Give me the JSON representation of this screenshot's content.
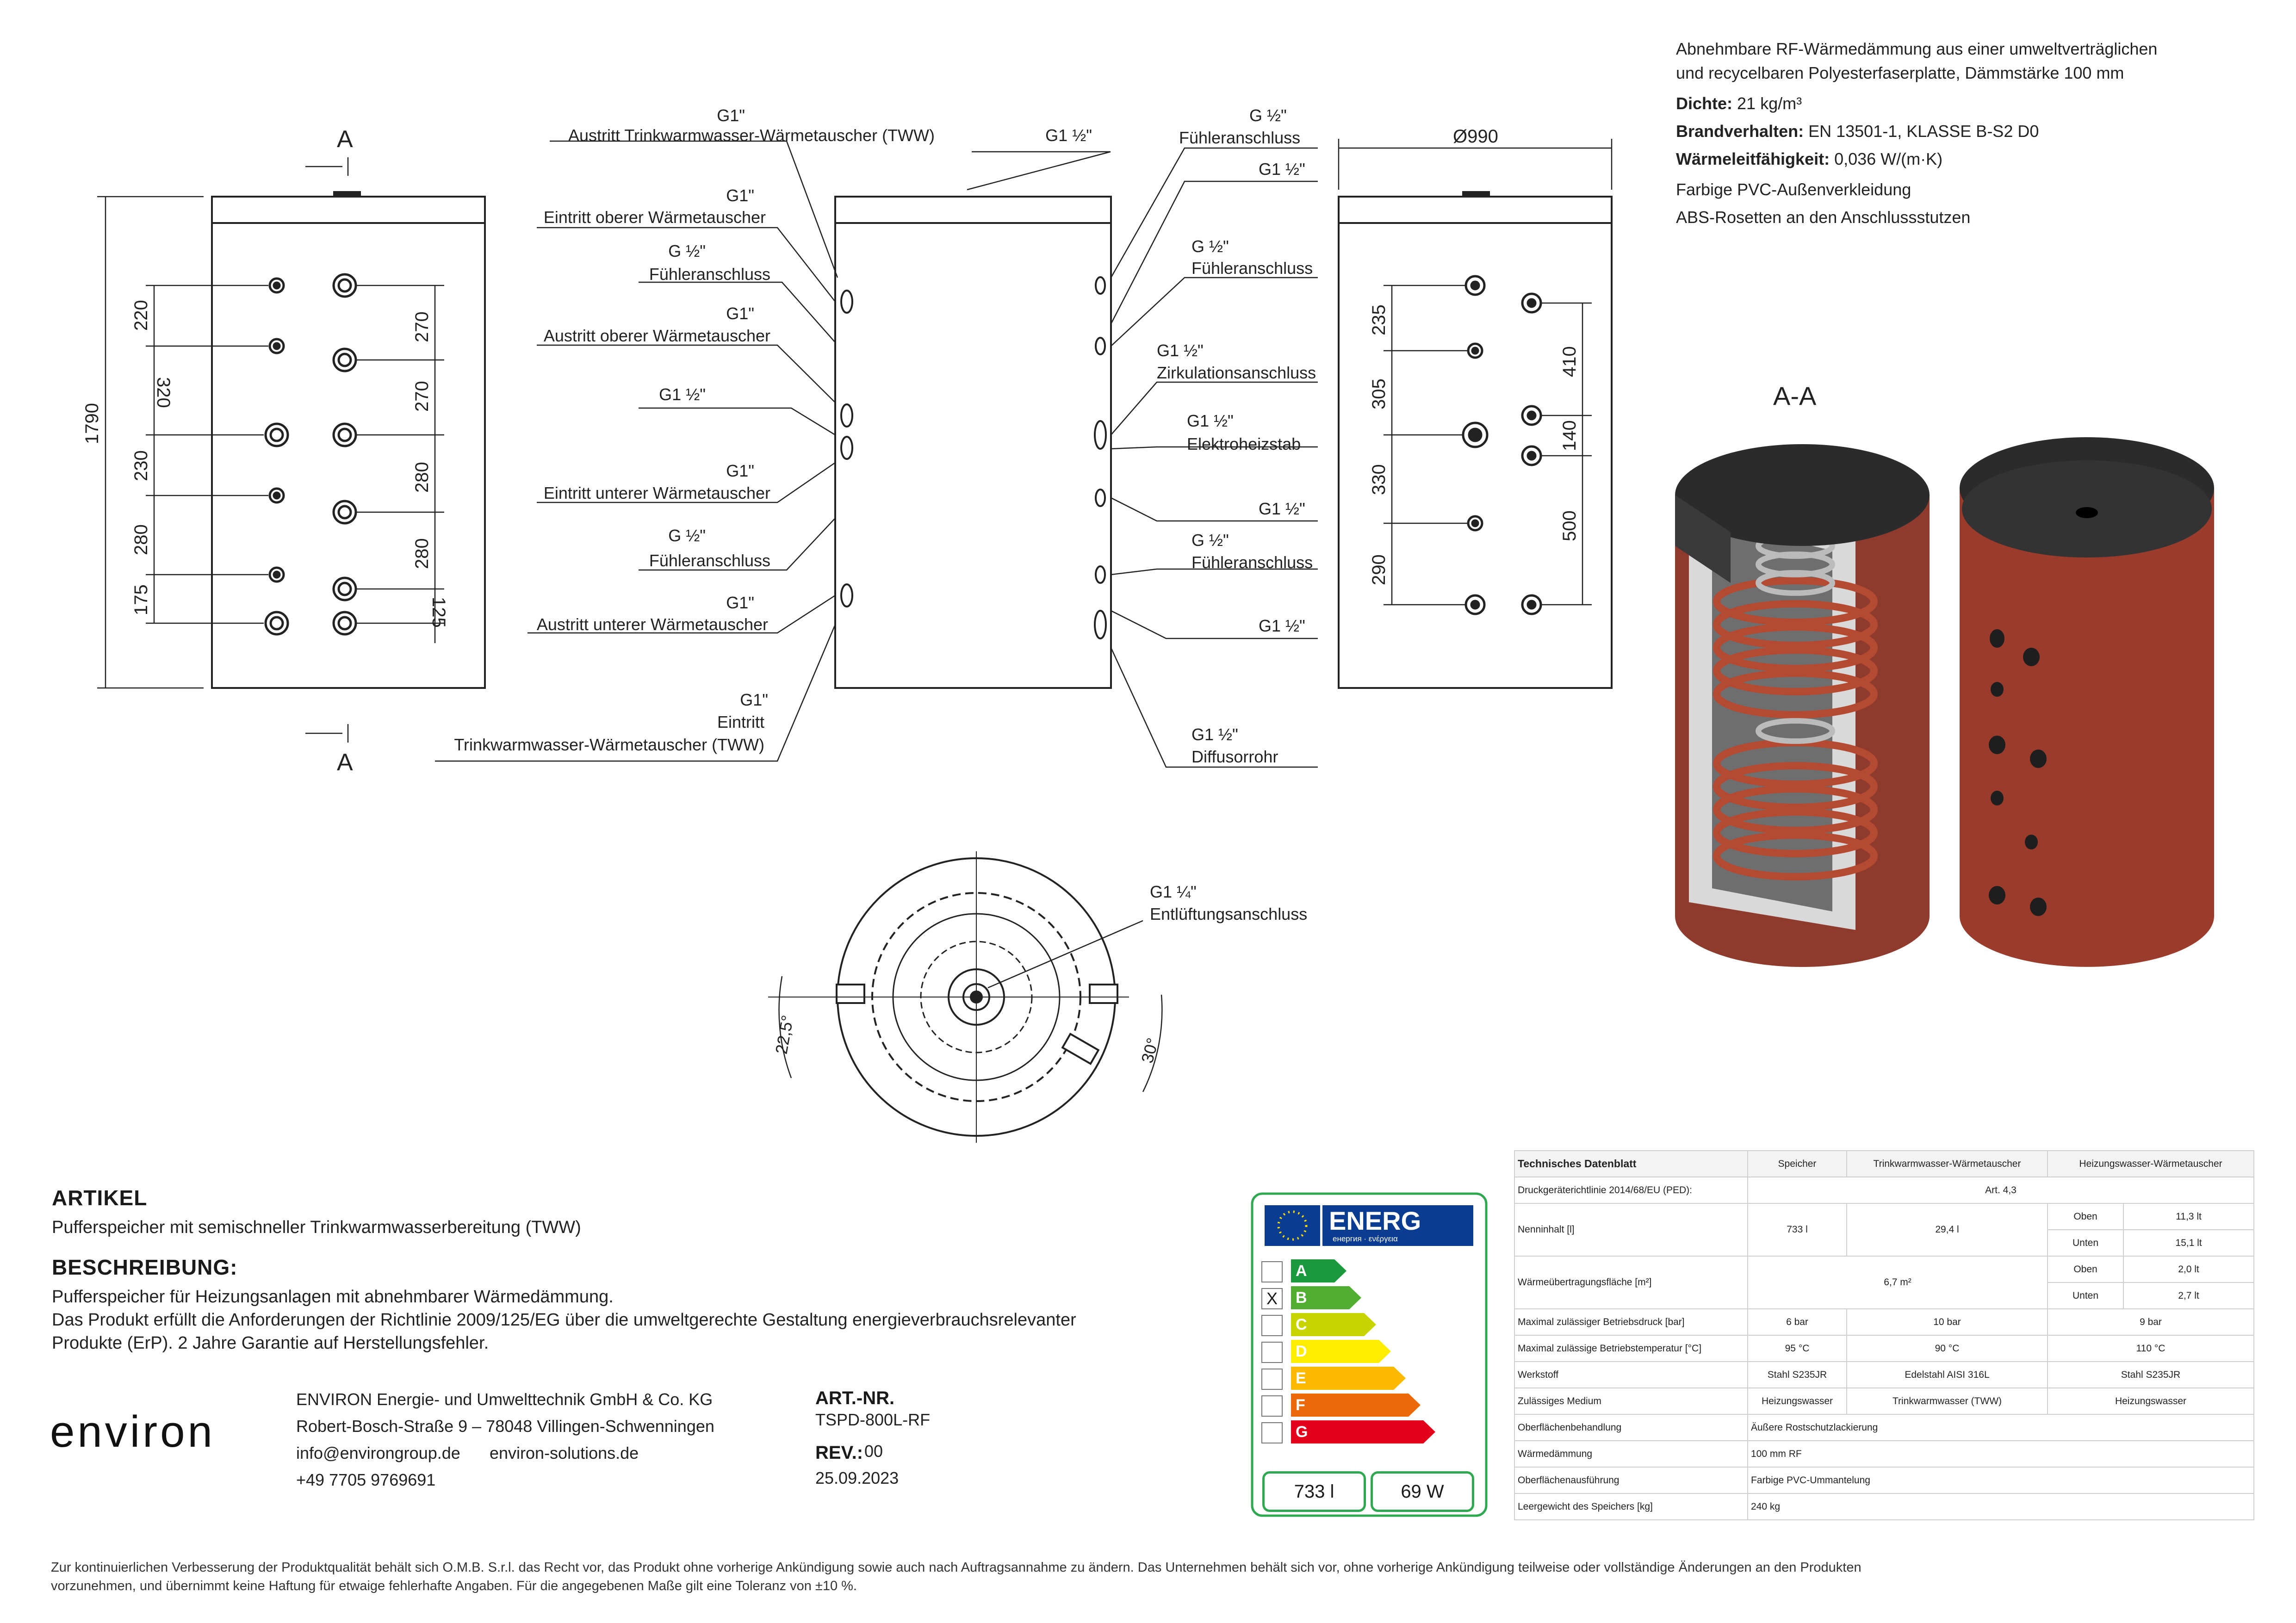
{
  "notes": {
    "line1": "Abnehmbare RF-Wärmedämmung aus einer umweltverträglichen",
    "line2": "und recycelbaren Polyesterfaserplatte, Dämmstärke 100 mm",
    "dichte_label": "Dichte:",
    "dichte_value": "21 kg/m³",
    "brand_label": "Brandverhalten:",
    "brand_value": "EN 13501-1, KLASSE B-S2 D0",
    "waerme_label": "Wärmeleitfähigkeit:",
    "waerme_value": "0,036 W/(m·K)",
    "line6": "Farbige PVC-Außenverkleidung",
    "line7": "ABS-Rosetten an den Anschlussstutzen"
  },
  "drawing": {
    "section_a": "A",
    "section_aa": "A-A",
    "dims_left": {
      "d220": "220",
      "d320": "320",
      "d230": "230",
      "d280": "280",
      "d175": "175",
      "d270a": "270",
      "d270b": "270",
      "d280a": "280",
      "d280b": "280",
      "d125": "125",
      "height": "1790"
    },
    "dims_right": {
      "diameter": "Ø990",
      "d235": "235",
      "d305": "305",
      "d330": "330",
      "d290": "290",
      "d410": "410",
      "d140": "140",
      "d500": "500"
    },
    "angles": {
      "a1": "22,5°",
      "a2": "30°"
    },
    "labels_left": [
      {
        "size": "G1\"",
        "name": "Austritt Trinkwarmwasser-Wärmetauscher (TWW)"
      },
      {
        "size": "G1\"",
        "name": "Eintritt oberer Wärmetauscher"
      },
      {
        "size": "G ½\"",
        "name": "Fühleranschluss"
      },
      {
        "size": "G1\"",
        "name": "Austritt oberer Wärmetauscher"
      },
      {
        "size": "G1 ½\"",
        "name": ""
      },
      {
        "size": "G1\"",
        "name": "Eintritt unterer Wärmetauscher"
      },
      {
        "size": "G ½\"",
        "name": "Fühleranschluss"
      },
      {
        "size": "G1\"",
        "name": "Austritt unterer Wärmetauscher"
      },
      {
        "size": "G1\"",
        "name": "Eintritt"
      },
      {
        "size": "",
        "name": "Trinkwarmwasser-Wärmetauscher (TWW)"
      }
    ],
    "label_top": "G1 ½\"",
    "labels_right": [
      {
        "size": "G ½\"",
        "name": "Fühleranschluss"
      },
      {
        "size": "G1 ½\"",
        "name": ""
      },
      {
        "size": "G ½\"",
        "name": "Fühleranschluss"
      },
      {
        "size": "G1 ½\"",
        "name": "Zirkulationsanschluss"
      },
      {
        "size": "G1 ½\"",
        "name": "Elektroheizstab"
      },
      {
        "size": "G1 ½\"",
        "name": ""
      },
      {
        "size": "G ½\"",
        "name": "Fühleranschluss"
      },
      {
        "size": "G1 ½\"",
        "name": ""
      },
      {
        "size": "G1 ½\"",
        "name": "Diffusorrohr"
      }
    ],
    "top_label_size": "G1 ¼\"",
    "top_label_name": "Entlüftungsanschluss"
  },
  "article": {
    "artikel_title": "ARTIKEL",
    "artikel_text": "Pufferspeicher mit semischneller Trinkwarmwasserbereitung (TWW)",
    "beschr_title": "BESCHREIBUNG:",
    "beschr_l1": "Pufferspeicher für Heizungsanlagen mit abnehmbarer Wärmedämmung.",
    "beschr_l2": "Das Produkt erfüllt die Anforderungen der Richtlinie 2009/125/EG über die umweltgerechte Gestaltung energieverbrauchsrelevanter",
    "beschr_l3": "Produkte (ErP). 2 Jahre Garantie auf Herstellungsfehler."
  },
  "company": {
    "logo": "environ",
    "name": "ENVIRON Energie- und Umwelttechnik GmbH & Co. KG",
    "address": "Robert-Bosch-Straße 9 – 78048 Villingen-Schwenningen",
    "email": "info@environgroup.de",
    "web": "environ-solutions.de",
    "phone": "+49 7705 9769691",
    "artnr_label": "ART.-NR.",
    "artnr": "TSPD-800L-RF",
    "rev_label": "REV.:",
    "rev": "00",
    "date": "25.09.2023"
  },
  "energy": {
    "title": "ENERG",
    "sub": "енергия · ενέργεια",
    "classes": [
      "A",
      "B",
      "C",
      "D",
      "E",
      "F",
      "G"
    ],
    "checked": "X",
    "volume": "733 l",
    "loss": "69 W",
    "colors": [
      "#1a9a3c",
      "#52ae32",
      "#c8d400",
      "#ffed00",
      "#fbba00",
      "#eb6909",
      "#e2001a"
    ]
  },
  "table": {
    "title": "Technisches Datenblatt",
    "cols": [
      "Speicher",
      "Trinkwarmwasser-Wärmetauscher",
      "Heizungswasser-Wärmetauscher"
    ],
    "r1": {
      "label": "Druckgeräterichtlinie 2014/68/EU (PED):",
      "v": "Art. 4,3"
    },
    "r2": {
      "label": "Nenninhalt [l]",
      "s": "733 l",
      "t": "29,4 l",
      "o": "Oben",
      "ov": "11,3 lt",
      "u": "Unten",
      "uv": "15,1 lt"
    },
    "r3": {
      "label": "Wärmeübertragungsfläche [m²]",
      "t": "6,7 m²",
      "o": "Oben",
      "ov": "2,0 lt",
      "u": "Unten",
      "uv": "2,7 lt"
    },
    "r4": {
      "label": "Maximal zulässiger Betriebsdruck [bar]",
      "s": "6 bar",
      "t": "10 bar",
      "h": "9 bar"
    },
    "r5": {
      "label": "Maximal zulässige Betriebstemperatur [°C]",
      "s": "95 °C",
      "t": "90 °C",
      "h": "110 °C"
    },
    "r6": {
      "label": "Werkstoff",
      "s": "Stahl S235JR",
      "t": "Edelstahl AISI 316L",
      "h": "Stahl S235JR"
    },
    "r7": {
      "label": "Zulässiges Medium",
      "s": "Heizungswasser",
      "t": "Trinkwarmwasser (TWW)",
      "h": "Heizungswasser"
    },
    "r8": {
      "label": "Oberflächenbehandlung",
      "v": "Äußere Rostschutzlackierung"
    },
    "r9": {
      "label": "Wärmedämmung",
      "v": "100 mm RF"
    },
    "r10": {
      "label": "Oberflächenausführung",
      "v": "Farbige PVC-Ummantelung"
    },
    "r11": {
      "label": "Leergewicht des Speichers [kg]",
      "v": "240 kg"
    }
  },
  "footer": {
    "l1": "Zur kontinuierlichen Verbesserung der Produktqualität behält sich O.M.B. S.r.l. das Recht vor, das Produkt ohne vorherige Ankündigung sowie auch nach Auftragsannahme zu ändern. Das Unternehmen behält sich vor, ohne vorherige Ankündigung teilweise oder vollständige Änderungen an den Produkten",
    "l2": "vorzunehmen, und übernimmt keine Haftung für etwaige fehlerhafte Angaben. Für die angegebenen Maße gilt eine Toleranz von ±10 %."
  }
}
